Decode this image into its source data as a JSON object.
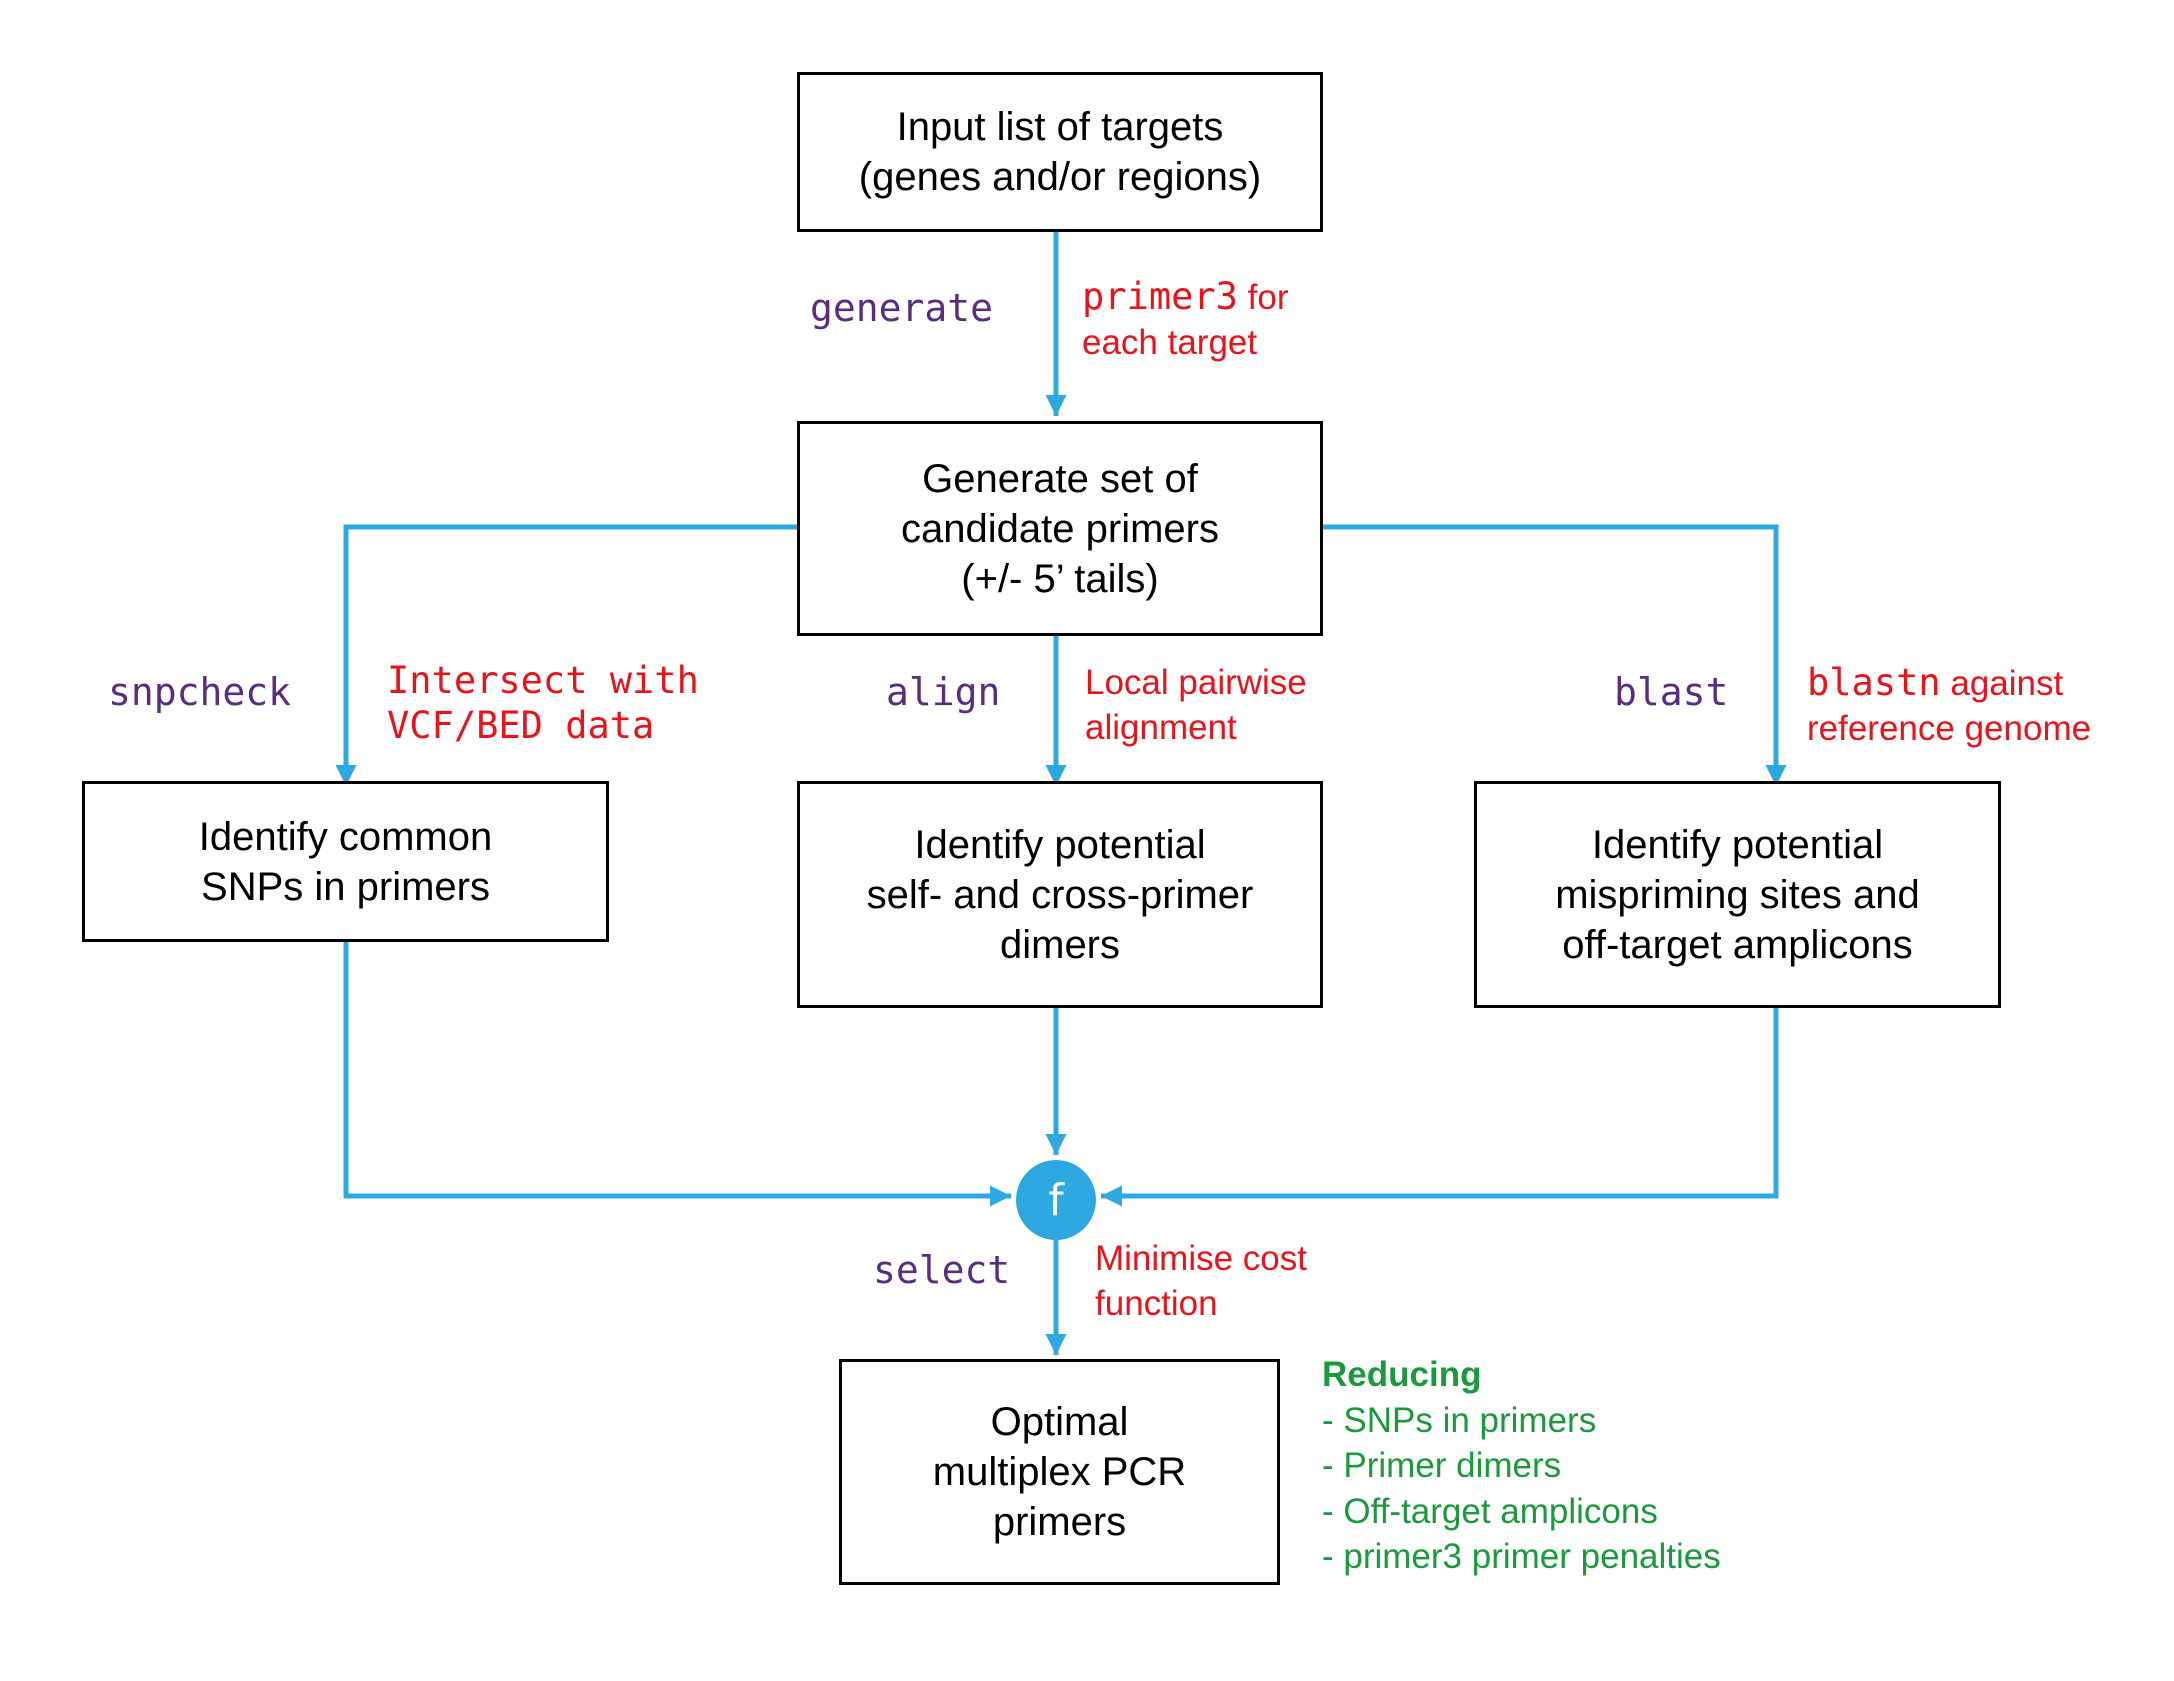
{
  "colors": {
    "arrow": "#2ea8e0",
    "command": "#5a2d82",
    "note": "#e8141b",
    "reducing": "#1a9a3c"
  },
  "boxes": {
    "input": [
      "Input list of targets",
      "(genes and/or regions)"
    ],
    "generate": [
      "Generate set of",
      "candidate primers",
      "(+/- 5’ tails)"
    ],
    "snp": [
      "Identify common",
      "SNPs in primers"
    ],
    "dimers": [
      "Identify potential",
      "self- and cross-primer",
      "dimers"
    ],
    "mispriming": [
      "Identify potential",
      "mispriming sites and",
      "off-target amplicons"
    ],
    "optimal": [
      "Optimal",
      "multiplex PCR",
      "primers"
    ]
  },
  "commands": {
    "generate": "generate",
    "snpcheck": "snpcheck",
    "align": "align",
    "blast": "blast",
    "select": "select"
  },
  "notes": {
    "generate": {
      "tool": "primer3",
      "rest1": " for",
      "line2": "each target"
    },
    "snpcheck": {
      "line1": "Intersect with",
      "line2": "VCF/BED data"
    },
    "align": {
      "line1": "Local pairwise",
      "line2": "alignment"
    },
    "blast": {
      "tool": "blastn",
      "rest1": " against",
      "line2": "reference genome"
    },
    "select": {
      "line1": "Minimise cost",
      "line2": "function"
    }
  },
  "function_node": "f",
  "reducing": {
    "title": "Reducing",
    "items": [
      "- SNPs in primers",
      "- Primer dimers",
      "- Off-target amplicons",
      "- primer3 primer penalties"
    ]
  }
}
